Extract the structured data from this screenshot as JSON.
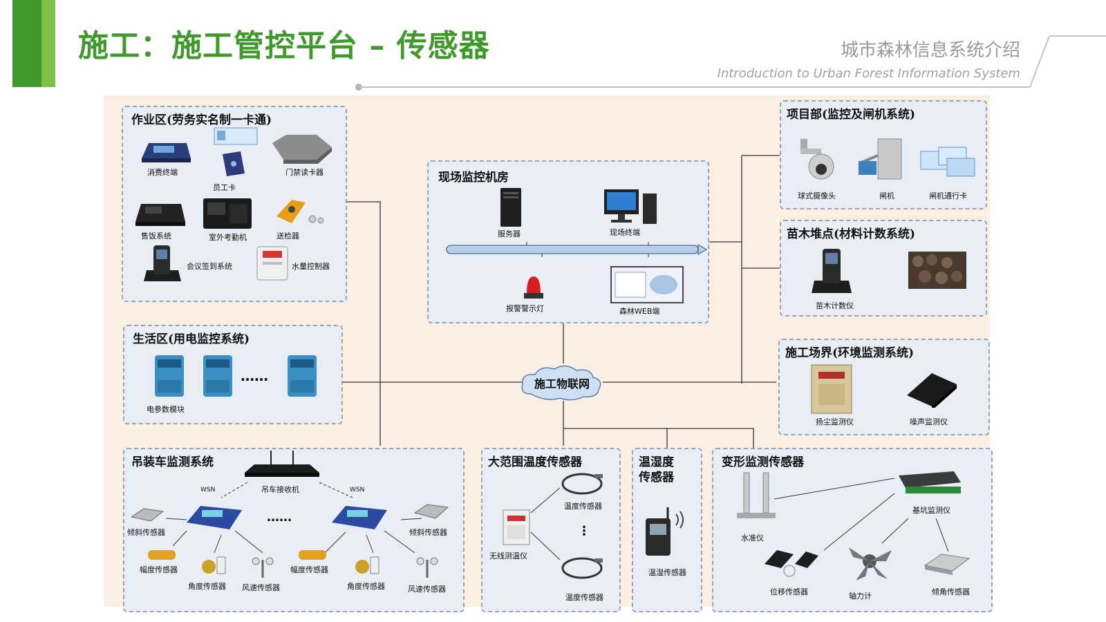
{
  "header": {
    "title": "施工：施工管控平台 – 传感器",
    "subtitle_cn": "城市森林信息系统介绍",
    "subtitle_en": "Introduction to Urban Forest Information System"
  },
  "diagram": {
    "hub": "施工物联网",
    "work_zone": {
      "title": "作业区(劳务实名制一卡通)",
      "items": [
        "消费终端",
        "员工卡",
        "门禁读卡器",
        "售饭系统",
        "室外考勤机",
        "送检器",
        "会议签到系统",
        "水量控制器"
      ]
    },
    "live_zone": {
      "title": "生活区(用电监控系统)",
      "items": [
        "电参数模块"
      ],
      "ellipsis": "……"
    },
    "monitor_room": {
      "title": "现场监控机房",
      "items": [
        "服务器",
        "现场终端",
        "报警警示灯",
        "森林WEB端"
      ]
    },
    "project_dept": {
      "title": "项目部(监控及闸机系统)",
      "items": [
        "球式摄像头",
        "闸机",
        "闸机通行卡"
      ]
    },
    "seedling": {
      "title": "苗木堆点(材料计数系统)",
      "items": [
        "苗木计数仪"
      ]
    },
    "boundary": {
      "title": "施工场界(环境监测系统)",
      "items": [
        "扬尘监测仪",
        "噪声监测仪"
      ]
    },
    "crane": {
      "title": "吊装车监测系统",
      "receiver": "吊车接收机",
      "wsn": "WSN",
      "ellipsis": "……",
      "items": [
        "倾斜传感器",
        "幅度传感器",
        "角度传感器",
        "风速传感器",
        "幅度传感器",
        "角度传感器",
        "倾斜传感器",
        "风速传感器"
      ]
    },
    "temp_wide": {
      "title": "大范围温度传感器",
      "items": [
        "温度传感器",
        "无线测温仪",
        "温度传感器"
      ],
      "ellipsis": "⋮"
    },
    "humidity": {
      "title_line1": "温湿度",
      "title_line2": "传感器",
      "items": [
        "温湿传感器"
      ]
    },
    "deform": {
      "title": "变形监测传感器",
      "items": [
        "水准仪",
        "基坑监测仪",
        "位移传感器",
        "轴力计",
        "倾角传感器"
      ]
    }
  }
}
